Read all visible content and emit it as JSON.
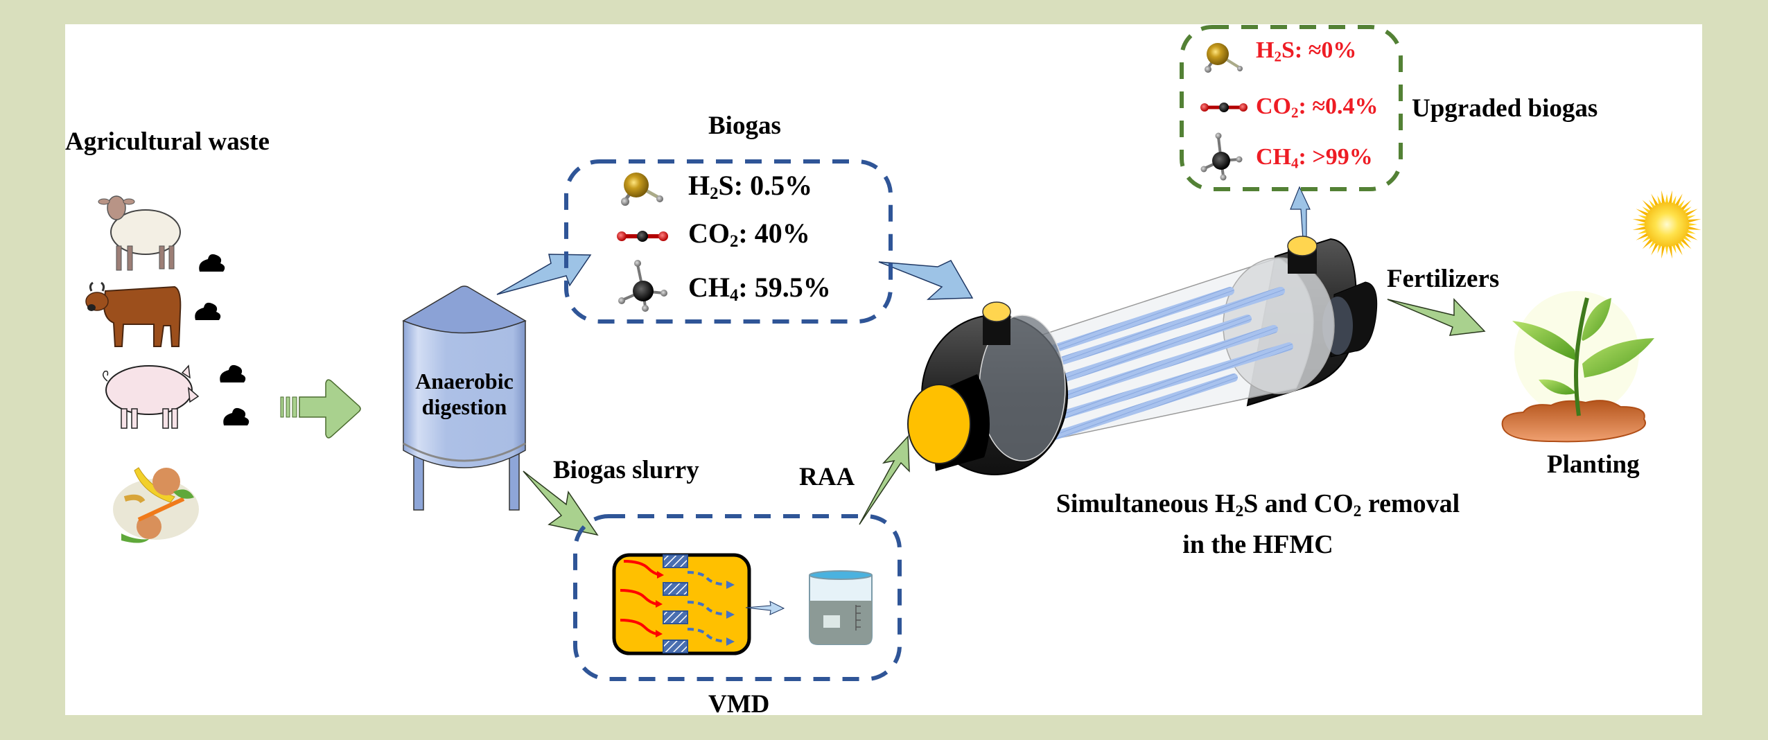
{
  "figure": {
    "background_color": "#d9dfbd",
    "panel_color": "#ffffff"
  },
  "stages": {
    "feedstock": {
      "title": "Agricultural waste",
      "items": [
        "sheep",
        "cow",
        "pig",
        "food-waste"
      ]
    },
    "digester": {
      "label_line1": "Anaerobic",
      "label_line2": "digestion"
    },
    "biogas": {
      "title": "Biogas",
      "components": [
        {
          "formula": "H",
          "sub": "2",
          "rest": "S",
          "value": ": 0.5%",
          "icon": "h2s-molecule-icon"
        },
        {
          "formula": "CO",
          "sub": "2",
          "rest": "",
          "value": ": 40%",
          "icon": "co2-molecule-icon"
        },
        {
          "formula": "CH",
          "sub": "4",
          "rest": "",
          "value": ": 59.5%",
          "icon": "ch4-molecule-icon"
        }
      ]
    },
    "slurry": {
      "title": "Biogas slurry"
    },
    "vmd": {
      "title": "VMD"
    },
    "raa": {
      "title": "RAA"
    },
    "hfmc": {
      "caption_part1": "Simultaneous H",
      "caption_sub1": "2",
      "caption_part2": "S and CO",
      "caption_sub2": "2",
      "caption_part3": " removal",
      "caption_line2": "in the HFMC"
    },
    "upgraded": {
      "title": "Upgraded biogas",
      "text_color": "#ee1c24",
      "components": [
        {
          "formula": "H",
          "sub": "2",
          "rest": "S",
          "value": ": ≈0%",
          "icon": "h2s-molecule-icon"
        },
        {
          "formula": "CO",
          "sub": "2",
          "rest": "",
          "value": ": ≈0.4%",
          "icon": "co2-molecule-icon"
        },
        {
          "formula": "CH",
          "sub": "4",
          "rest": "",
          "value": ": >99%",
          "icon": "ch4-molecule-icon"
        }
      ]
    },
    "fertilizers": {
      "title": "Fertilizers"
    },
    "planting": {
      "title": "Planting"
    }
  },
  "colors": {
    "biogas_box_border": "#2f5597",
    "upgraded_box_border": "#538135",
    "green_arrow": "#a9d18e",
    "blue_arrow": "#9dc3e6",
    "tank": "#a6b9e0",
    "membrane_fiber": "#9db8e8",
    "vmd_module": "#ffc000"
  }
}
